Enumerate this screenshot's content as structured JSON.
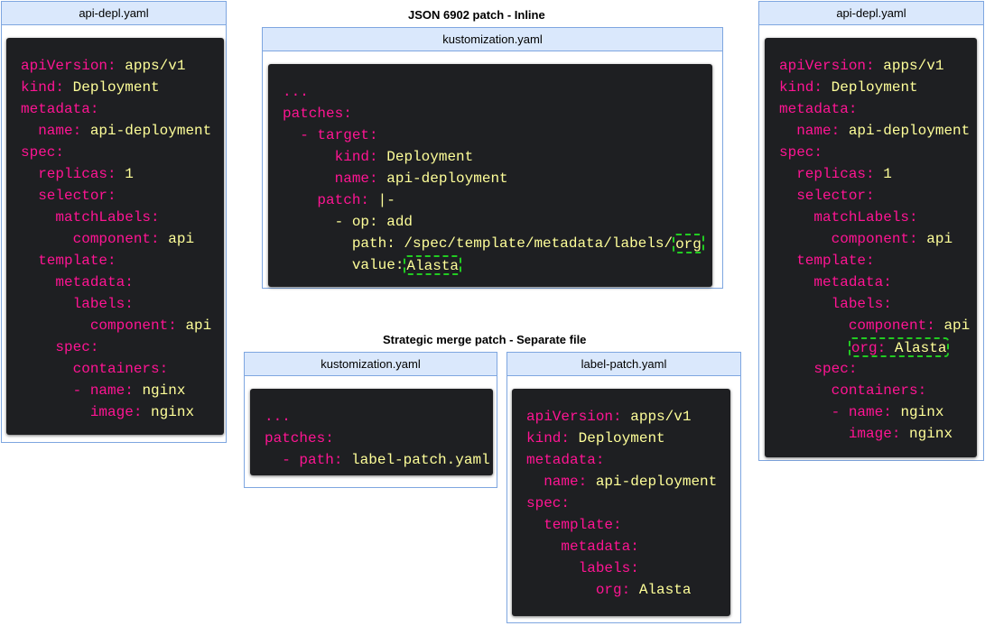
{
  "section_titles": {
    "json_patch": "JSON 6902 patch - Inline",
    "strategic": "Strategic merge patch - Separate file"
  },
  "colors": {
    "panel_border": "#7ea6e0",
    "panel_header": "#dae8fc",
    "code_bg": "#1e1f22",
    "key": "#ff1493",
    "value": "#ffff99",
    "highlight": "#22cc22"
  },
  "panels": {
    "original": {
      "title": "api-depl.yaml",
      "lines": [
        {
          "indent": "",
          "key": "apiVersion:",
          "value": "apps/v1"
        },
        {
          "indent": "",
          "key": "kind:",
          "value": "Deployment"
        },
        {
          "indent": "",
          "key": "metadata:",
          "value": ""
        },
        {
          "indent": "  ",
          "key": "name:",
          "value": "api-deployment"
        },
        {
          "indent": "",
          "key": "spec:",
          "value": ""
        },
        {
          "indent": "  ",
          "key": "replicas:",
          "value": "1"
        },
        {
          "indent": "  ",
          "key": "selector:",
          "value": ""
        },
        {
          "indent": "    ",
          "key": "matchLabels:",
          "value": ""
        },
        {
          "indent": "      ",
          "key": "component:",
          "value": "api"
        },
        {
          "indent": "  ",
          "key": "template:",
          "value": ""
        },
        {
          "indent": "    ",
          "key": "metadata:",
          "value": ""
        },
        {
          "indent": "      ",
          "key": "labels:",
          "value": ""
        },
        {
          "indent": "        ",
          "key": "component:",
          "value": "api"
        },
        {
          "indent": "    ",
          "key": "spec:",
          "value": ""
        },
        {
          "indent": "      ",
          "key": "containers:",
          "value": ""
        },
        {
          "indent": "      ",
          "key": "- name:",
          "value": "nginx"
        },
        {
          "indent": "        ",
          "key": "image:",
          "value": "nginx"
        }
      ]
    },
    "json_kustomization": {
      "title": "kustomization.yaml",
      "lines": [
        {
          "indent": "",
          "key": "...",
          "value": ""
        },
        {
          "indent": "",
          "key": "patches:",
          "value": ""
        },
        {
          "indent": "  ",
          "key": "- target:",
          "value": ""
        },
        {
          "indent": "      ",
          "key": "kind:",
          "value": "Deployment"
        },
        {
          "indent": "      ",
          "key": "name:",
          "value": "api-deployment"
        },
        {
          "indent": "    ",
          "key": "patch:",
          "value": "|-"
        },
        {
          "indent": "      ",
          "key": "",
          "value": "- op: add"
        },
        {
          "indent": "        ",
          "key": "",
          "value": "path: /spec/template/metadata/labels/",
          "hl": "org"
        },
        {
          "indent": "        ",
          "key": "",
          "value": "value:",
          "hl": "Alasta"
        }
      ]
    },
    "strategic_kustomization": {
      "title": "kustomization.yaml",
      "lines": [
        {
          "indent": "",
          "key": "...",
          "value": ""
        },
        {
          "indent": "",
          "key": "patches:",
          "value": ""
        },
        {
          "indent": "  ",
          "key": "- path:",
          "value": "label-patch.yaml"
        }
      ]
    },
    "label_patch": {
      "title": "label-patch.yaml",
      "lines": [
        {
          "indent": "",
          "key": "apiVersion:",
          "value": "apps/v1"
        },
        {
          "indent": "",
          "key": "kind:",
          "value": "Deployment"
        },
        {
          "indent": "",
          "key": "metadata:",
          "value": ""
        },
        {
          "indent": "  ",
          "key": "name:",
          "value": "api-deployment"
        },
        {
          "indent": "",
          "key": "spec:",
          "value": ""
        },
        {
          "indent": "  ",
          "key": "template:",
          "value": ""
        },
        {
          "indent": "    ",
          "key": "metadata:",
          "value": ""
        },
        {
          "indent": "      ",
          "key": "labels:",
          "value": ""
        },
        {
          "indent": "        ",
          "key": "org:",
          "value": "Alasta"
        }
      ]
    },
    "result": {
      "title": "api-depl.yaml",
      "lines": [
        {
          "indent": "",
          "key": "apiVersion:",
          "value": "apps/v1"
        },
        {
          "indent": "",
          "key": "kind:",
          "value": "Deployment"
        },
        {
          "indent": "",
          "key": "metadata:",
          "value": ""
        },
        {
          "indent": "  ",
          "key": "name:",
          "value": "api-deployment"
        },
        {
          "indent": "",
          "key": "spec:",
          "value": ""
        },
        {
          "indent": "  ",
          "key": "replicas:",
          "value": "1"
        },
        {
          "indent": "  ",
          "key": "selector:",
          "value": ""
        },
        {
          "indent": "    ",
          "key": "matchLabels:",
          "value": ""
        },
        {
          "indent": "      ",
          "key": "component:",
          "value": "api"
        },
        {
          "indent": "  ",
          "key": "template:",
          "value": ""
        },
        {
          "indent": "    ",
          "key": "metadata:",
          "value": ""
        },
        {
          "indent": "      ",
          "key": "labels:",
          "value": ""
        },
        {
          "indent": "        ",
          "key": "component:",
          "value": "api"
        },
        {
          "indent": "        ",
          "key": "org:",
          "value": "Alasta",
          "box": true
        },
        {
          "indent": "    ",
          "key": "spec:",
          "value": ""
        },
        {
          "indent": "      ",
          "key": "containers:",
          "value": ""
        },
        {
          "indent": "      ",
          "key": "- name:",
          "value": "nginx"
        },
        {
          "indent": "        ",
          "key": "image:",
          "value": "nginx"
        }
      ]
    }
  }
}
